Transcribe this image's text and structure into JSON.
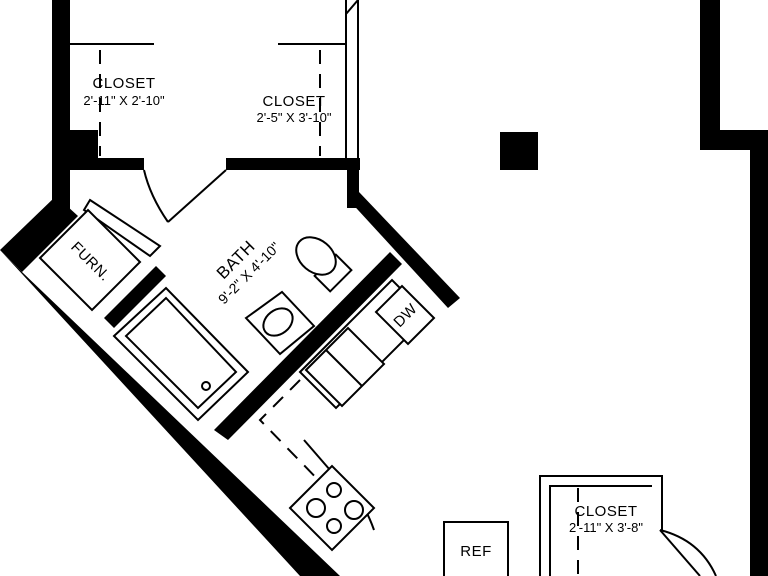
{
  "rooms": {
    "closet_1": {
      "name": "CLOSET",
      "dimensions": "2'-11\" X 2'-10\""
    },
    "closet_2": {
      "name": "CLOSET",
      "dimensions": "2'-5\" X 3'-10\""
    },
    "bath": {
      "name": "BATH",
      "dimensions": "9'-2\" X 4'-10\""
    },
    "closet_3": {
      "name": "CLOSET",
      "dimensions": "2'-11\" X 3'-8\""
    }
  },
  "fixtures": {
    "furnace": "FURN.",
    "dishwasher": "DW",
    "refrigerator": "REF"
  },
  "colors": {
    "wall": "#000000",
    "background": "#ffffff"
  }
}
